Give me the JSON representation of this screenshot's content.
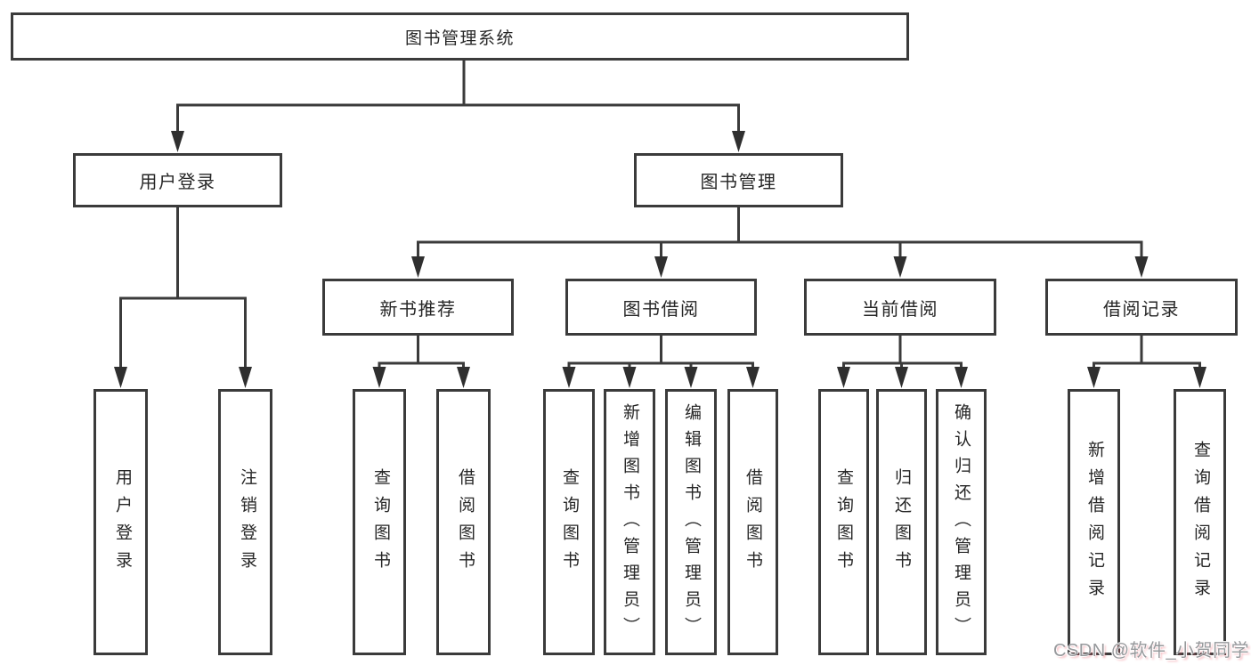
{
  "tree": {
    "root": "图书管理系统",
    "children": [
      {
        "label": "用户登录",
        "children": [
          {
            "label": "用户登录"
          },
          {
            "label": "注销登录"
          }
        ]
      },
      {
        "label": "图书管理",
        "children": [
          {
            "label": "新书推荐",
            "children": [
              {
                "label": "查询图书"
              },
              {
                "label": "借阅图书"
              }
            ]
          },
          {
            "label": "图书借阅",
            "children": [
              {
                "label": "查询图书"
              },
              {
                "label": "新增图书（管理员）"
              },
              {
                "label": "编辑图书（管理员）"
              },
              {
                "label": "借阅图书"
              }
            ]
          },
          {
            "label": "当前借阅",
            "children": [
              {
                "label": "查询图书"
              },
              {
                "label": "归还图书"
              },
              {
                "label": "确认归还（管理员）"
              }
            ]
          },
          {
            "label": "借阅记录",
            "children": [
              {
                "label": "新增借阅记录"
              },
              {
                "label": "查询借阅记录"
              }
            ]
          }
        ]
      }
    ]
  },
  "watermark": "CSDN @软件_小贺同学",
  "colors": {
    "line": "#3b3b3b",
    "arrow": "#2f2f2f",
    "text": "#262626",
    "background": "#ffffff",
    "watermark_text": "#97999c"
  }
}
